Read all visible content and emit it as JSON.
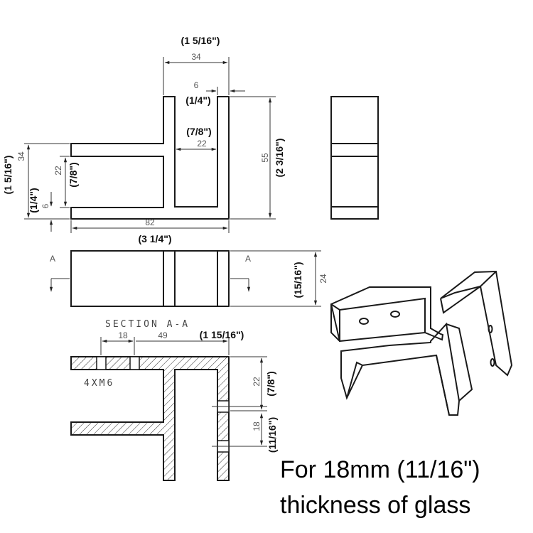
{
  "top_view": {
    "width_mm": "34",
    "width_in": "(1 5/16\")",
    "wall_mm": "6",
    "wall_in": "(1/4\")",
    "gap_mm": "22",
    "gap_in": "(7/8\")",
    "height_mm": "55",
    "height_in": "(2 3/16\")",
    "left_h_mm": "34",
    "left_h_in": "(1 5/16\")",
    "left_gap_mm": "22",
    "left_gap_in": "(7/8\")",
    "left_wall_mm": "6",
    "left_wall_in": "(1/4\")",
    "length_mm": "82",
    "length_in": "(3 1/4\")"
  },
  "front_view": {
    "section_mark_left": "A",
    "section_mark_right": "A",
    "depth_mm": "24",
    "depth_in": "(15/16\")"
  },
  "section_view": {
    "title": "SECTION A-A",
    "hole_spacing_mm": "18",
    "offset_mm": "49",
    "offset_in": "(1 15/16\")",
    "screws": "4XM6",
    "gap_mm": "22",
    "gap_in": "(7/8\")",
    "hole_gap_mm": "18",
    "hole_gap_in": "(11/16\")"
  },
  "caption": {
    "line1": "For 18mm (11/16\")",
    "line2": "thickness of glass"
  }
}
